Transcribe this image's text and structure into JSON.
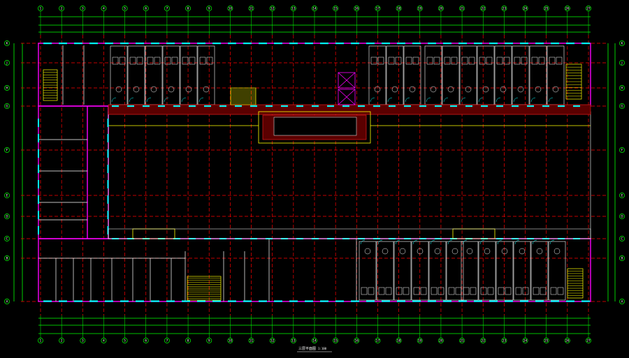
{
  "drawing": {
    "title": "三层平面图",
    "scale": "1:100"
  },
  "axes": {
    "top": [
      "1",
      "2",
      "3",
      "4",
      "5",
      "6",
      "7",
      "8",
      "9",
      "10",
      "11",
      "12",
      "13",
      "14",
      "15",
      "16",
      "17",
      "18",
      "19",
      "20",
      "21",
      "22",
      "23",
      "24",
      "25",
      "26",
      "27"
    ],
    "side": [
      "A",
      "B",
      "C",
      "D",
      "E",
      "F",
      "G",
      "H",
      "J",
      "K"
    ]
  },
  "colors": {
    "background": "#000000",
    "grid_axis": "#ff0000",
    "dimension": "#00ff00",
    "wall": "#ff00ff",
    "window": "#00ffff",
    "furniture": "#ffffff",
    "stair": "#ffff00",
    "corridor_hatch": "#ff2020"
  }
}
